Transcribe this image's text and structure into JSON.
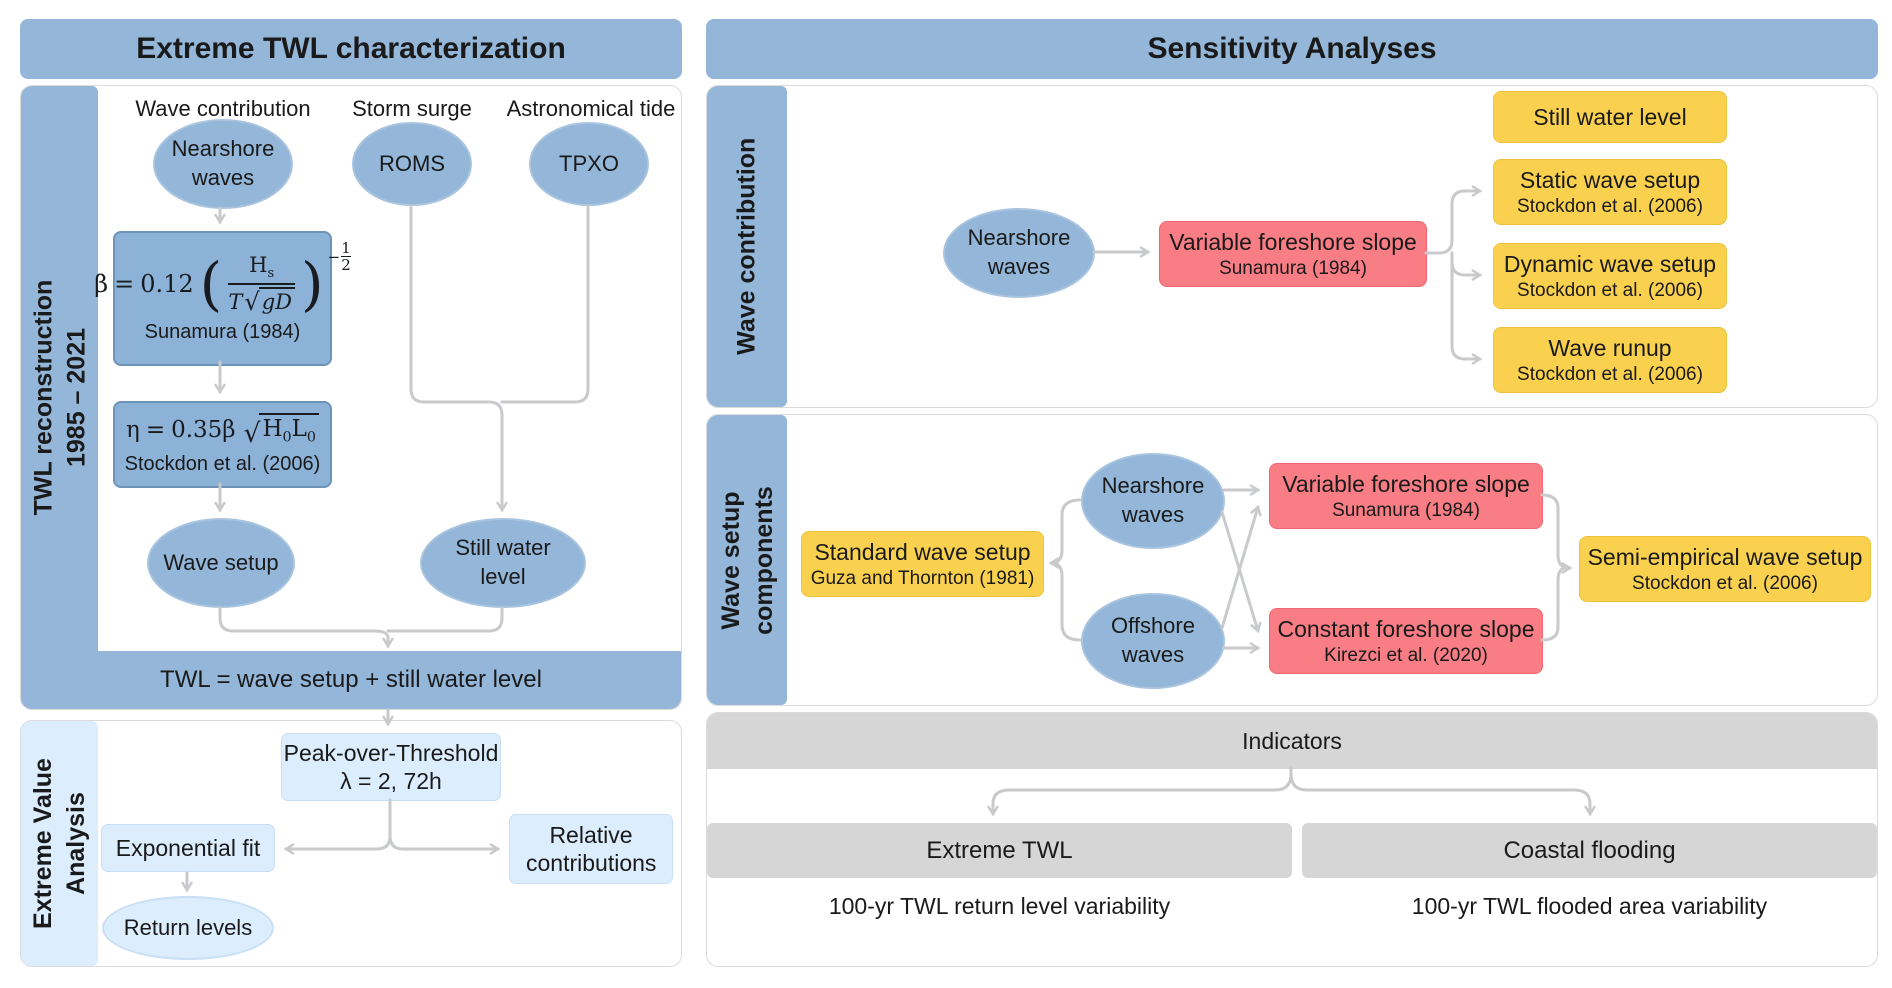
{
  "colors": {
    "blue": "#93b6d9",
    "blue_border": "#a9c4df",
    "formula_blue": "#8db2d7",
    "formula_border": "#6e93b8",
    "light_blue": "#dcedfd",
    "light_blue_border": "#c9dff6",
    "yellow": "#fad14e",
    "yellow_border": "#edc23b",
    "red": "#f87d84",
    "red_border": "#f2666f",
    "gray": "#d6d6d6",
    "arrow": "#c8cacc",
    "card_border": "#dbdbdb",
    "text": "#1a1a1a"
  },
  "left_panel": {
    "title": "Extreme TWL characterization",
    "twl_reconstruction": {
      "sidebar_label_line1": "TWL reconstruction",
      "sidebar_label_line2": "1985 – 2021",
      "column_labels": [
        "Wave contribution",
        "Storm surge",
        "Astronomical tide"
      ],
      "nearshore_waves": "Nearshore waves",
      "roms": "ROMS",
      "tpxo": "TPXO",
      "formula_beta": {
        "lhs": "β",
        "equals": "=",
        "coefficient": "0.12",
        "paren_open": "(",
        "paren_close": ")",
        "numerator_base": "H",
        "numerator_sub": "s",
        "denominator_pre": "T",
        "radical": "√",
        "denominator_root": "gD",
        "exponent_sign": "−",
        "exponent_numerator": "1",
        "exponent_denominator": "2",
        "reference": "Sunamura (1984)"
      },
      "formula_eta": {
        "lhs": "η",
        "equals": "=",
        "coefficient": "0.35β",
        "radical": "√",
        "root_base1": "H",
        "root_sub1": "0",
        "root_base2": "L",
        "root_sub2": "0",
        "reference": "Stockdon et al. (2006)"
      },
      "wave_setup": "Wave setup",
      "still_water_level": "Still water level",
      "twl_equation": "TWL = wave setup + still water level"
    },
    "extreme_value_analysis": {
      "sidebar_label_line1": "Extreme Value",
      "sidebar_label_line2": "Analysis",
      "pot_line1": "Peak-over-Threshold",
      "pot_line2": "λ = 2, 72h",
      "exponential_fit": "Exponential fit",
      "relative_contributions": "Relative contributions",
      "return_levels": "Return levels"
    }
  },
  "right_panel": {
    "title": "Sensitivity Analyses",
    "wave_contribution": {
      "sidebar_label": "Wave contribution",
      "nearshore_waves": "Nearshore waves",
      "variable_foreshore": {
        "title": "Variable foreshore slope",
        "reference": "Sunamura (1984)"
      },
      "outputs": [
        {
          "title": "Still water level",
          "reference": ""
        },
        {
          "title": "Static wave setup",
          "reference": "Stockdon et al. (2006)"
        },
        {
          "title": "Dynamic wave setup",
          "reference": "Stockdon et al. (2006)"
        },
        {
          "title": "Wave runup",
          "reference": "Stockdon et al. (2006)"
        }
      ]
    },
    "wave_setup_components": {
      "sidebar_label_line1": "Wave setup",
      "sidebar_label_line2": "components",
      "standard_wave_setup": {
        "title": "Standard wave setup",
        "reference": "Guza and Thornton (1981)"
      },
      "nearshore_waves": "Nearshore waves",
      "offshore_waves": "Offshore waves",
      "variable_foreshore": {
        "title": "Variable foreshore slope",
        "reference": "Sunamura (1984)"
      },
      "constant_foreshore": {
        "title": "Constant foreshore slope",
        "reference": "Kirezci et al. (2020)"
      },
      "semi_empirical": {
        "title": "Semi-empirical wave setup",
        "reference": "Stockdon et al. (2006)"
      }
    },
    "indicators": {
      "header": "Indicators",
      "extreme_twl": "Extreme TWL",
      "coastal_flooding": "Coastal flooding",
      "extreme_twl_caption": "100-yr TWL return level variability",
      "coastal_flooding_caption": "100-yr TWL flooded area variability"
    }
  }
}
